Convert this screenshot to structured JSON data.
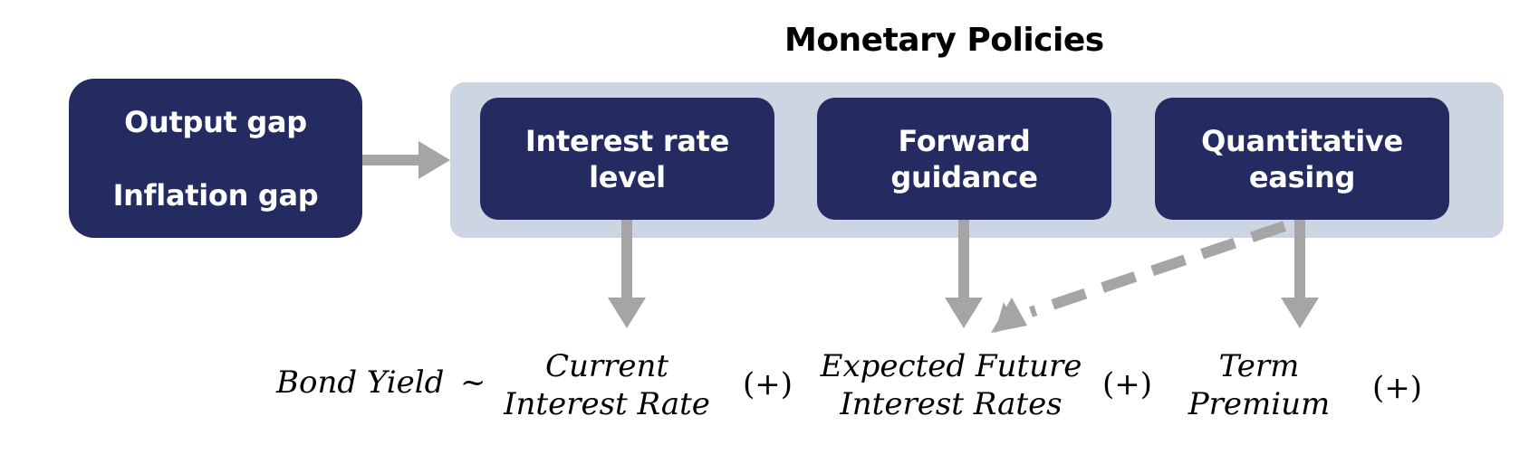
{
  "title": "Monetary Policies",
  "inputs": {
    "line1": "Output gap",
    "line2": "Inflation gap"
  },
  "policies": [
    {
      "line1": "Interest rate",
      "line2": "level"
    },
    {
      "line1": "Forward",
      "line2": "guidance"
    },
    {
      "line1": "Quantitative",
      "line2": "easing"
    }
  ],
  "equation": {
    "lhs": "Bond Yield",
    "relation": "~",
    "terms": [
      {
        "line1": "Current",
        "line2": "Interest Rate"
      },
      {
        "line1": "Expected Future",
        "line2": "Interest Rates"
      },
      {
        "line1": "Term",
        "line2": "Premium"
      }
    ],
    "plus": "(+)"
  },
  "colors": {
    "box": "#232b61",
    "panel": "#cdd5e2",
    "arrow": "#a5a5a5"
  }
}
